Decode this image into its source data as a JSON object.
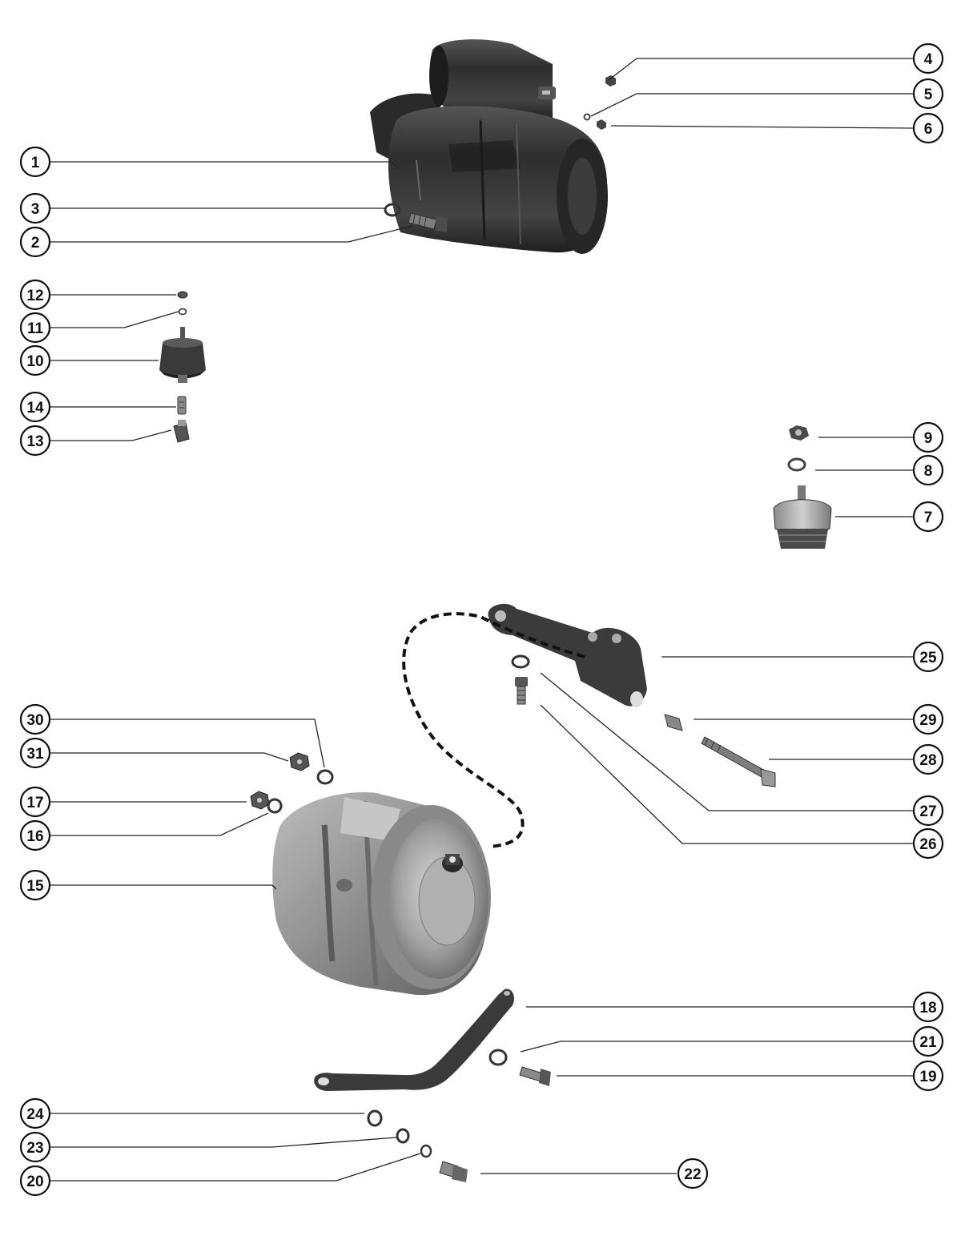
{
  "callouts": {
    "c1": "1",
    "c2": "2",
    "c3": "3",
    "c4": "4",
    "c5": "5",
    "c6": "6",
    "c7": "7",
    "c8": "8",
    "c9": "9",
    "c10": "10",
    "c11": "11",
    "c12": "12",
    "c13": "13",
    "c14": "14",
    "c15": "15",
    "c16": "16",
    "c17": "17",
    "c18": "18",
    "c19": "19",
    "c20": "20",
    "c21": "21",
    "c22": "22",
    "c23": "23",
    "c24": "24",
    "c25": "25",
    "c26": "26",
    "c27": "27",
    "c28": "28",
    "c29": "29",
    "c30": "30",
    "c31": "31"
  },
  "colors": {
    "ink": "#111111",
    "part_dark": "#3a3a3a",
    "part_mid": "#7a7a7a",
    "part_light": "#b8b8b8",
    "wire": "#111111"
  }
}
